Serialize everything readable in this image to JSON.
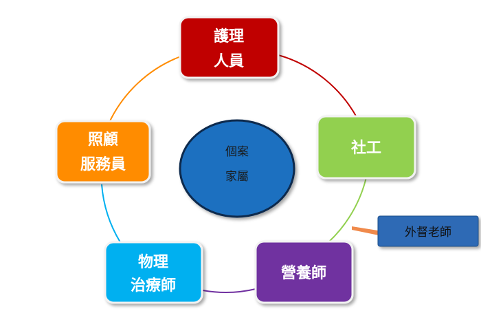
{
  "center": {
    "line1": "個案",
    "line2": "家屬"
  },
  "nodes": {
    "nursing": {
      "line1": "護理",
      "line2": "人員"
    },
    "social": {
      "line1": "社工",
      "line2": ""
    },
    "nutrition": {
      "line1": "營養師",
      "line2": ""
    },
    "physio": {
      "line1": "物理",
      "line2": "治療師"
    },
    "care": {
      "line1": "照顧",
      "line2": "服務員"
    }
  },
  "callout": {
    "label": "外督老師"
  },
  "colors": {
    "nursing": "#c00000",
    "social": "#92d050",
    "nutrition": "#7030a0",
    "physio": "#00b0f0",
    "care": "#ff8c00",
    "center_fill": "#1e6fc0",
    "center_stroke": "#0d2a4d",
    "callout": "#2f6bb5",
    "callout_pointer": "#f08a4b"
  }
}
